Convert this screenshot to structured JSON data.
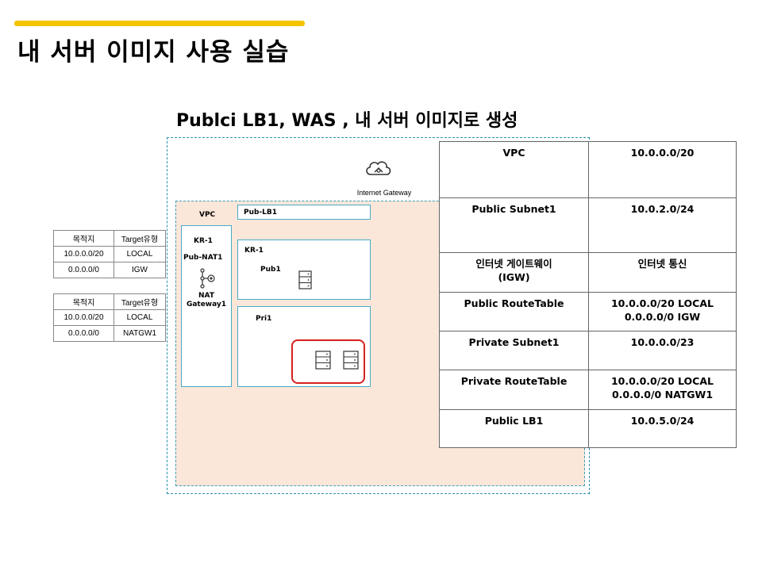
{
  "header": {
    "title": "내 서버 이미지 사용 실습",
    "accent_color": "#f5c400"
  },
  "diagram": {
    "subtitle": "Publci LB1, WAS , 내 서버 이미지로 생성",
    "internet_gateway_label": "Internet Gateway",
    "vpc_label": "VPC",
    "pub_lb_label": "Pub-LB1",
    "left_subnet": {
      "zone": "KR-1",
      "name": "Pub-NAT1",
      "nat_label_line1": "NAT",
      "nat_label_line2": "Gateway1"
    },
    "pub_subnet": {
      "zone": "KR-1",
      "name": "Pub1"
    },
    "pri_subnet": {
      "name": "Pri1"
    },
    "icons": [
      "cloud-icon",
      "nat-gateway-icon",
      "server-icon"
    ],
    "highlight_color": "#d62020"
  },
  "route_tables": [
    {
      "headers": [
        "목적지",
        "Target유형"
      ],
      "rows": [
        [
          "10.0.0.0/20",
          "LOCAL"
        ],
        [
          "0.0.0.0/0",
          "IGW"
        ]
      ]
    },
    {
      "headers": [
        "목적지",
        "Target유형"
      ],
      "rows": [
        [
          "10.0.0.0/20",
          "LOCAL"
        ],
        [
          "0.0.0.0/0",
          "NATGW1"
        ]
      ]
    }
  ],
  "info_table": [
    {
      "key": "VPC",
      "value": "10.0.0.0/20"
    },
    {
      "key": "Public Subnet1",
      "value": "10.0.2.0/24"
    },
    {
      "key": "인터넷 게이트웨이\n(IGW)",
      "value": "인터넷 통신"
    },
    {
      "key": "Public RouteTable",
      "value": "10.0.0.0/20 LOCAL\n0.0.0.0/0 IGW"
    },
    {
      "key": "Private Subnet1",
      "value": "10.0.0.0/23"
    },
    {
      "key": "Private RouteTable",
      "value": "10.0.0.0/20 LOCAL\n0.0.0.0/0 NATGW1"
    },
    {
      "key": "Public LB1",
      "value": "10.0.5.0/24"
    }
  ]
}
